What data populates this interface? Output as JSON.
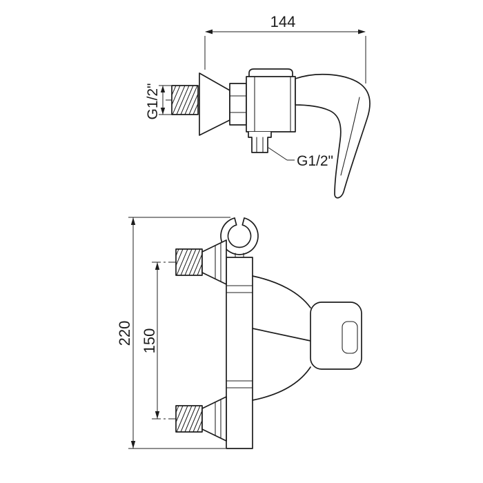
{
  "canvas": {
    "bg": "#ffffff",
    "ink": "#1c1c1c"
  },
  "drawing_type": "shower-mixer-technical-drawing",
  "side_view": {
    "dim_width_label": "144",
    "wall_thread_label": "G1/2\"",
    "outlet_thread_label": "G1/2\""
  },
  "front_view": {
    "dim_total_height_label": "220",
    "dim_inlet_spacing_label": "150"
  }
}
